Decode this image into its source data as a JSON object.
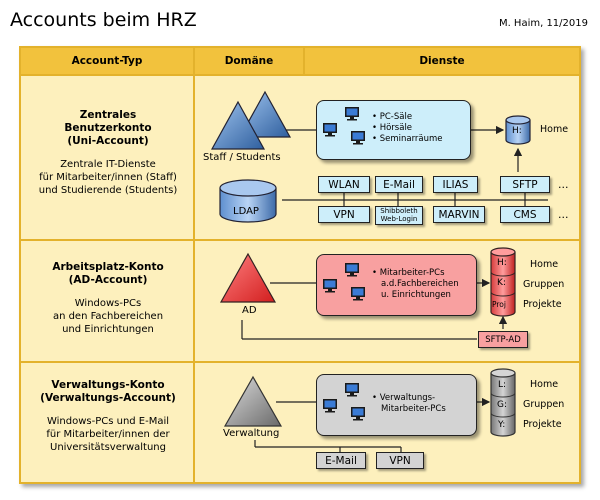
{
  "title": "Accounts beim HRZ",
  "author": "M. Haim, 11/2019",
  "colors": {
    "frame": "#e3b22c",
    "background": "#fdf0bd",
    "header": "#f2c23d",
    "uni_box": "#cdeefa",
    "ad_box": "#f8a0a0",
    "verwaltung_box": "#d3d3d3",
    "triangle_blue": "#4a7fc0",
    "triangle_red": "#e74040",
    "triangle_gray": "#8a8a8a"
  },
  "headers": {
    "account_typ": "Account-Typ",
    "domaene": "Domäne",
    "dienste": "Dienste"
  },
  "rows": [
    {
      "title_line1": "Zentrales",
      "title_line2": "Benutzerkonto",
      "title_line3": "(Uni-Account)",
      "desc_line1": "Zentrale IT-Dienste",
      "desc_line2": "für Mitarbeiter/innen (Staff)",
      "desc_line3": "und Studierende (Students)",
      "domain_label": "Staff / Students",
      "db_label": "LDAP",
      "pc_items": [
        "PC-Säle",
        "Hörsäle",
        "Seminarräume"
      ],
      "storage": [
        {
          "letter": "H:",
          "label": "Home"
        }
      ],
      "services_row1": [
        "WLAN",
        "E-Mail",
        "ILIAS",
        "SFTP"
      ],
      "services_row2": [
        "VPN",
        "Shibboleth",
        "MARVIN",
        "CMS"
      ],
      "shibboleth_line2": "Web-Login",
      "ellipsis": "..."
    },
    {
      "title_line1": "Arbeitsplatz-Konto",
      "title_line2": "(AD-Account)",
      "desc_line1": "Windows-PCs",
      "desc_line2": "an den Fachbereichen",
      "desc_line3": "und Einrichtungen",
      "domain_label": "AD",
      "pc_items": [
        "Mitarbeiter-PCs",
        "a.d.Fachbereichen",
        "u. Einrichtungen"
      ],
      "storage": [
        {
          "letter": "H:",
          "label": "Home"
        },
        {
          "letter": "K:",
          "label": "Gruppen"
        },
        {
          "letter": "Proj",
          "label": "Projekte"
        }
      ],
      "service": "SFTP-AD"
    },
    {
      "title_line1": "Verwaltungs-Konto",
      "title_line2": "(Verwaltungs-Account)",
      "desc_line1": "Windows-PCs und E-Mail",
      "desc_line2": "für Mitarbeiter/innen der",
      "desc_line3": "Universitätsverwaltung",
      "domain_label": "Verwaltung",
      "pc_items": [
        "Verwaltungs-",
        "Mitarbeiter-PCs"
      ],
      "storage": [
        {
          "letter": "L:",
          "label": "Home"
        },
        {
          "letter": "G:",
          "label": "Gruppen"
        },
        {
          "letter": "Y:",
          "label": "Projekte"
        }
      ],
      "services": [
        "E-Mail",
        "VPN"
      ]
    }
  ]
}
